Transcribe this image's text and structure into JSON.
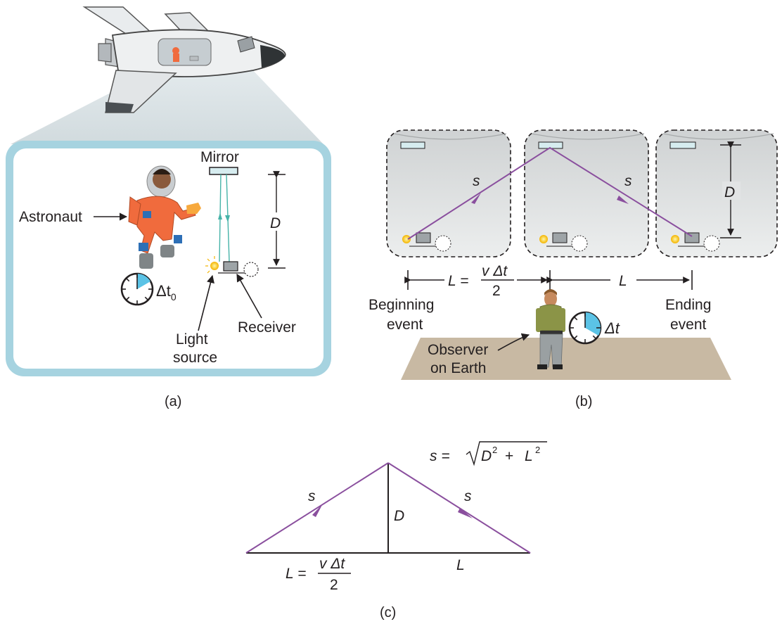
{
  "panel_a": {
    "caption": "(a)",
    "mirror_label": "Mirror",
    "astronaut_label": "Astronaut",
    "distance_label": "D",
    "clock_label_main": "Δt",
    "clock_label_sub": "0",
    "light_source_label_line1": "Light",
    "light_source_label_line2": "source",
    "receiver_label": "Receiver"
  },
  "panel_b": {
    "caption": "(b)",
    "path_label_1": "s",
    "path_label_2": "s",
    "distance_label": "D",
    "left_span_lhs": "L =",
    "left_span_num": "v Δt",
    "left_span_den": "2",
    "right_span_label": "L",
    "beginning_line1": "Beginning",
    "beginning_line2": "event",
    "ending_line1": "Ending",
    "ending_line2": "event",
    "observer_line1": "Observer",
    "observer_line2": "on Earth",
    "clock_label": "Δt"
  },
  "panel_c": {
    "caption": "(c)",
    "formula_lhs": "s =",
    "formula_d": "D",
    "formula_plus": "+",
    "formula_l": "L",
    "formula_exp1": "2",
    "formula_exp2": "2",
    "side_left": "s",
    "side_right": "s",
    "height_label": "D",
    "base_left_lhs": "L =",
    "base_left_num": "v Δt",
    "base_left_den": "2",
    "base_right": "L"
  },
  "colors": {
    "light_path": "#8a4f9e",
    "cabin_frame": "#a6d3e0",
    "clock_fill": "#5bc3e6",
    "suit": "#f06b3d",
    "ground": "#c8b9a3"
  }
}
